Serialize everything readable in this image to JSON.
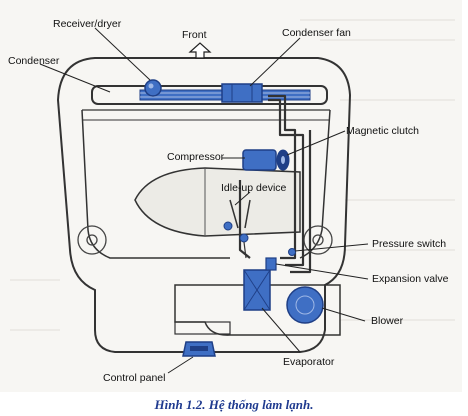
{
  "figure": {
    "labels": {
      "receiver_dryer": "Receiver/dryer",
      "front": "Front",
      "condenser": "Condenser",
      "condenser_fan": "Condenser fan",
      "magnetic_clutch": "Magnetic clutch",
      "compressor": "Compressor",
      "idle_up_device": "Idle-up device",
      "pressure_switch": "Pressure switch",
      "expansion_valve": "Expansion valve",
      "blower": "Blower",
      "evaporator": "Evaporator",
      "control_panel": "Control panel"
    },
    "colors": {
      "component_blue": "#3f6fc4",
      "component_blue_dark": "#1f3f86",
      "line": "#333333",
      "background": "#f7f6f3"
    }
  },
  "caption": "Hình 1.2. Hệ thống làm lạnh."
}
